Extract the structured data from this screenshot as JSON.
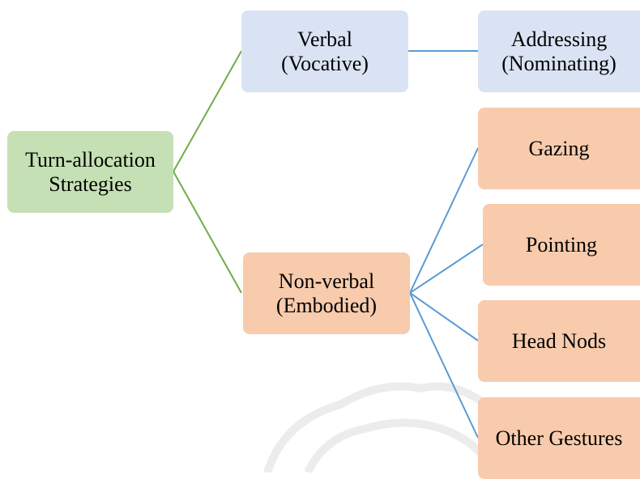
{
  "root": {
    "line1": "Turn-allocation",
    "line2": "Strategies"
  },
  "verbal": {
    "line1": "Verbal",
    "line2": "(Vocative)"
  },
  "nonverbal": {
    "line1": "Non-verbal",
    "line2": "(Embodied)"
  },
  "verbal_children": [
    {
      "line1": "Addressing",
      "line2": "(Nominating)"
    }
  ],
  "nonverbal_children": [
    {
      "label": "Gazing"
    },
    {
      "label": "Pointing"
    },
    {
      "label": "Head Nods"
    },
    {
      "label": "Other Gestures"
    }
  ],
  "colors": {
    "root_fill": "#c5e0b4",
    "verbal_fill": "#dae3f3",
    "nonverbal_fill": "#f8cbad",
    "root_connector": "#70ad47",
    "child_connector": "#5b9bd5"
  }
}
